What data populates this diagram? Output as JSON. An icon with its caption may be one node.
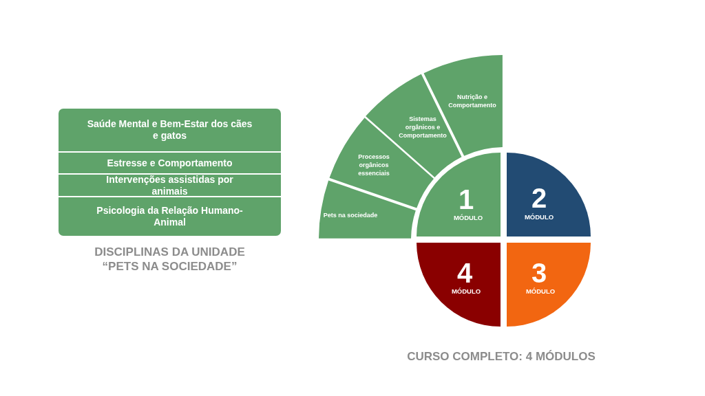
{
  "diagram": {
    "caption": "CURSO COMPLETO: 4 MÓDULOS",
    "nodes": [
      {
        "text": [
          "DISCIPLINAS DA UNIDADE “PETS NA SOCIEDADE”"
        ]
      },
      {
        "text": [
          "Saúde Mental e Bem-Estar dos cães e gatos"
        ],
        "in": 0
      },
      {
        "text": [
          "Estresse e Comportamento"
        ],
        "in": 0
      },
      {
        "text": [
          "Intervenções assistidas por animais"
        ],
        "in": 0
      },
      {
        "text": [
          "Psicologia da Relação Humano-Animal"
        ],
        "in": 0
      },
      {
        "text": [
          "Nutrição e Comportamento"
        ]
      },
      {
        "text": [
          "Sistemas orgânicos e Comportamento"
        ]
      },
      {
        "text": [
          "Processos orgânicos essenciais"
        ]
      },
      {
        "text": [
          "Pets na sociedade"
        ]
      },
      {
        "text": [
          "1",
          "MÓDULO"
        ]
      },
      {
        "text": [
          "2",
          "MÓDULO"
        ]
      },
      {
        "text": [
          "3",
          "MÓDULO"
        ]
      },
      {
        "text": [
          "4",
          "MÓDULO"
        ]
      }
    ]
  }
}
